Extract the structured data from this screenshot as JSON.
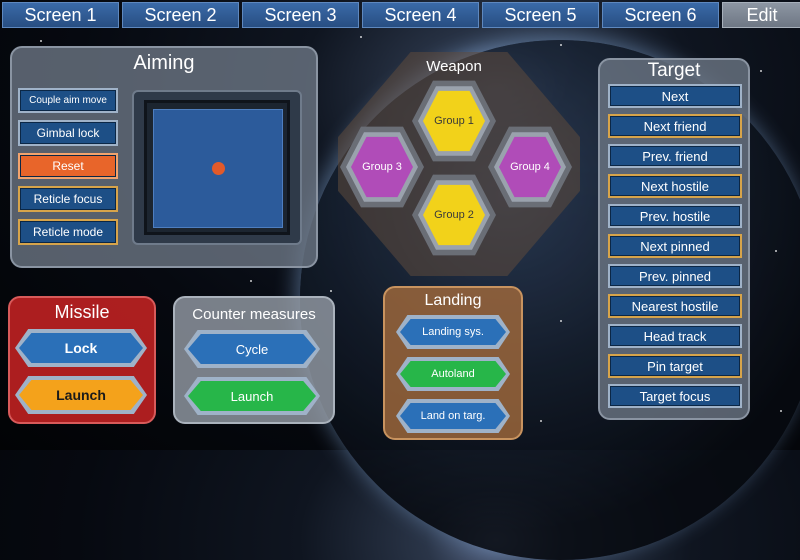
{
  "tabs": [
    "Screen 1",
    "Screen 2",
    "Screen 3",
    "Screen 4",
    "Screen 5",
    "Screen 6"
  ],
  "edit_label": "Edit",
  "aiming": {
    "title": "Aiming",
    "buttons": [
      "Couple aim move",
      "Gimbal lock",
      "Reset",
      "Reticle focus",
      "Reticle mode"
    ]
  },
  "weapon": {
    "title": "Weapon",
    "groups": [
      "Group 1",
      "Group 2",
      "Group 3",
      "Group 4"
    ]
  },
  "target": {
    "title": "Target",
    "buttons": [
      "Next",
      "Next friend",
      "Prev. friend",
      "Next hostile",
      "Prev. hostile",
      "Next pinned",
      "Prev. pinned",
      "Nearest hostile",
      "Head track",
      "Pin target",
      "Target focus"
    ]
  },
  "missile": {
    "title": "Missile",
    "lock_label": "Lock",
    "launch_label": "Launch"
  },
  "counter_measures": {
    "title": "Counter measures",
    "cycle_label": "Cycle",
    "launch_label": "Launch"
  },
  "landing": {
    "title": "Landing",
    "buttons": [
      "Landing sys.",
      "Autoland",
      "Land on targ."
    ]
  },
  "colors": {
    "tab_blue": "#2f5e9a",
    "button_blue": "#1d4f86",
    "reset_orange": "#e8652a",
    "hex_yellow": "#f2d21a",
    "hex_purple": "#b04cb8",
    "missile_red": "#c42222",
    "landing_brown": "#a0693c"
  }
}
